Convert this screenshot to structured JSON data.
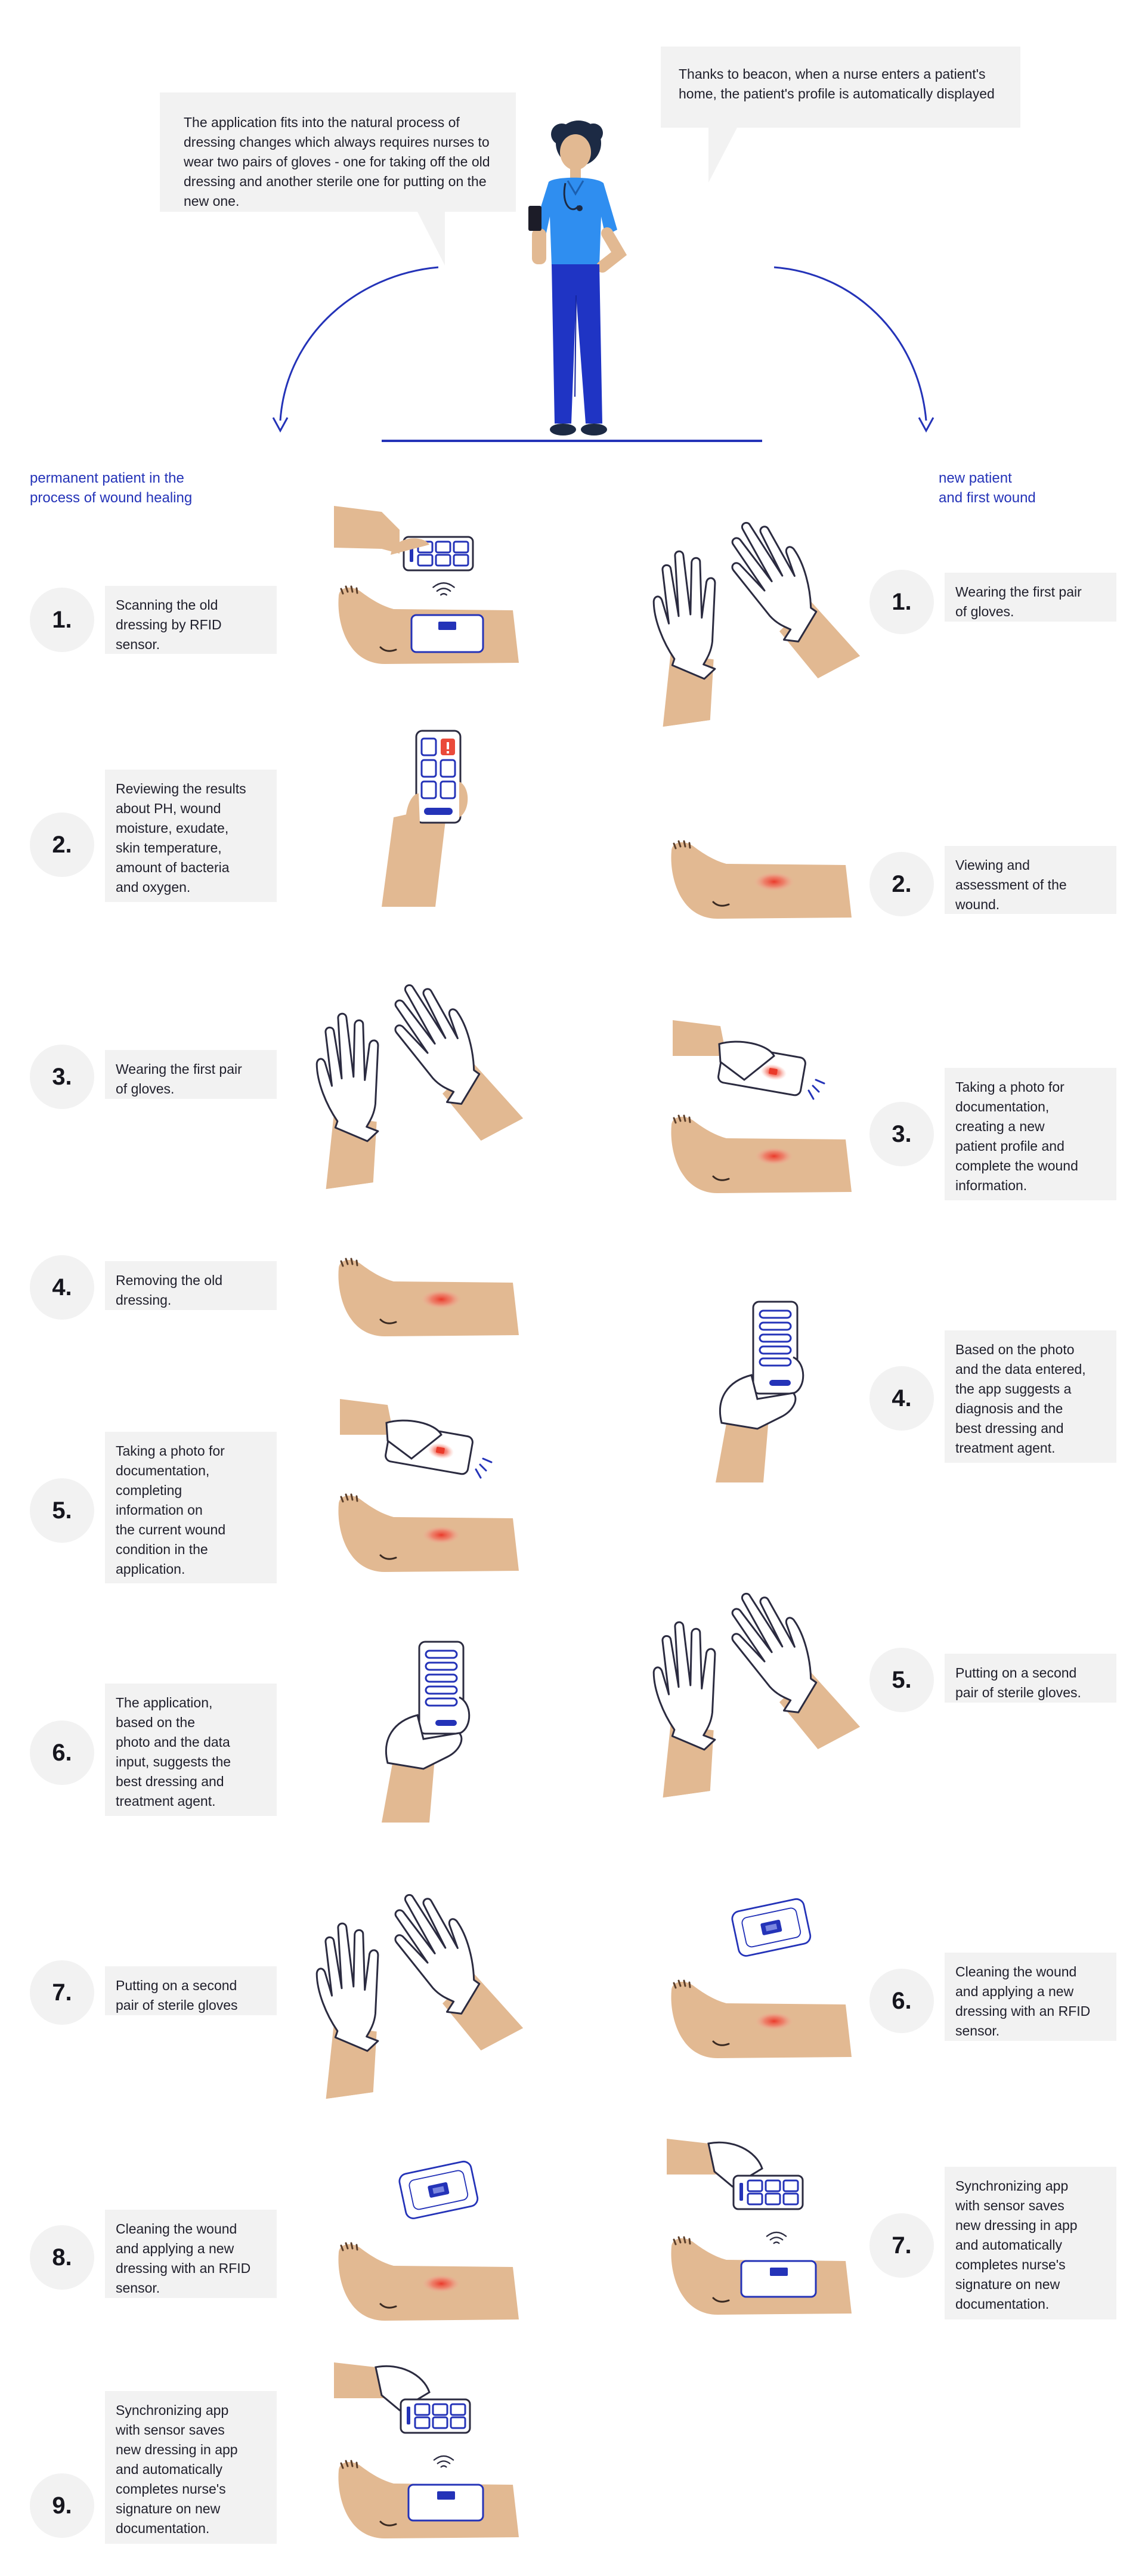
{
  "intro": {
    "left_bubble": "The application fits into the natural process of dressing changes which always requires nurses to wear two pairs of gloves - one for taking off the old dressing and another sterile one for putting on the new one.",
    "right_bubble": "Thanks to beacon, when a nurse enters a patient's home, the patient's profile is automatically displayed"
  },
  "branches": {
    "left_label": "permanent patient in the\nprocess of wound healing",
    "right_label": "new patient\nand first wound"
  },
  "colors": {
    "accent_blue": "#2433b8",
    "skin": "#e2b992",
    "wound_red": "#ea4a3a",
    "card_bg": "#f2f2f2",
    "nurse_shirt": "#2f8ef0"
  },
  "left_steps": [
    {
      "num": "1.",
      "text": "Scanning the old\ndressing by RFID\nsensor.",
      "illustration": "phone-scanning-foot-sensor-icon"
    },
    {
      "num": "2.",
      "text": "Reviewing the results\nabout PH, wound\nmoisture, exudate,\nskin temperature,\namount of bacteria\nand oxygen.",
      "illustration": "hand-holding-phone-alert-icon"
    },
    {
      "num": "3.",
      "text": "Wearing the first pair\nof gloves.",
      "illustration": "gloved-hands-icon"
    },
    {
      "num": "4.",
      "text": "Removing the old\ndressing.",
      "illustration": "wounded-foot-icon"
    },
    {
      "num": "5.",
      "text": "Taking a photo for\ndocumentation,\ncompleting\ninformation on\nthe current wound\ncondition in the\napplication.",
      "illustration": "phone-photo-foot-icon"
    },
    {
      "num": "6.",
      "text": "The application,\nbased on the\nphoto and the data\ninput, suggests the\nbest dressing and\ntreatment agent.",
      "illustration": "gloved-hand-phone-icon"
    },
    {
      "num": "7.",
      "text": "Putting on a second\npair of sterile gloves",
      "illustration": "gloved-hands-icon"
    },
    {
      "num": "8.",
      "text": "Cleaning the wound\nand applying a new\ndressing with an RFID\nsensor.",
      "illustration": "dressing-over-foot-icon"
    },
    {
      "num": "9.",
      "text": "Synchronizing app\nwith sensor saves\nnew dressing in app\nand automatically\ncompletes nurse's\nsignature on new\ndocumentation.",
      "illustration": "phone-sync-foot-sensor-icon"
    }
  ],
  "right_steps": [
    {
      "num": "1.",
      "text": "Wearing the first pair\nof gloves.",
      "illustration": "gloved-hands-icon"
    },
    {
      "num": "2.",
      "text": "Viewing and\nassessment of the\nwound.",
      "illustration": "wounded-foot-icon"
    },
    {
      "num": "3.",
      "text": "Taking a photo for\ndocumentation,\ncreating a new\npatient profile and\ncomplete the wound\ninformation.",
      "illustration": "phone-photo-foot-icon"
    },
    {
      "num": "4.",
      "text": "Based on the photo\nand the data entered,\nthe app suggests a\ndiagnosis and the\nbest dressing and\ntreatment agent.",
      "illustration": "gloved-hand-phone-icon"
    },
    {
      "num": "5.",
      "text": "Putting on a second\npair of sterile gloves.",
      "illustration": "gloved-hands-icon"
    },
    {
      "num": "6.",
      "text": "Cleaning the wound\nand applying a new\ndressing with an RFID\nsensor.",
      "illustration": "dressing-over-foot-icon"
    },
    {
      "num": "7.",
      "text": "Synchronizing app\nwith sensor saves\nnew dressing in app\nand automatically\ncompletes nurse's\nsignature on new\ndocumentation.",
      "illustration": "phone-sync-foot-sensor-icon"
    }
  ]
}
